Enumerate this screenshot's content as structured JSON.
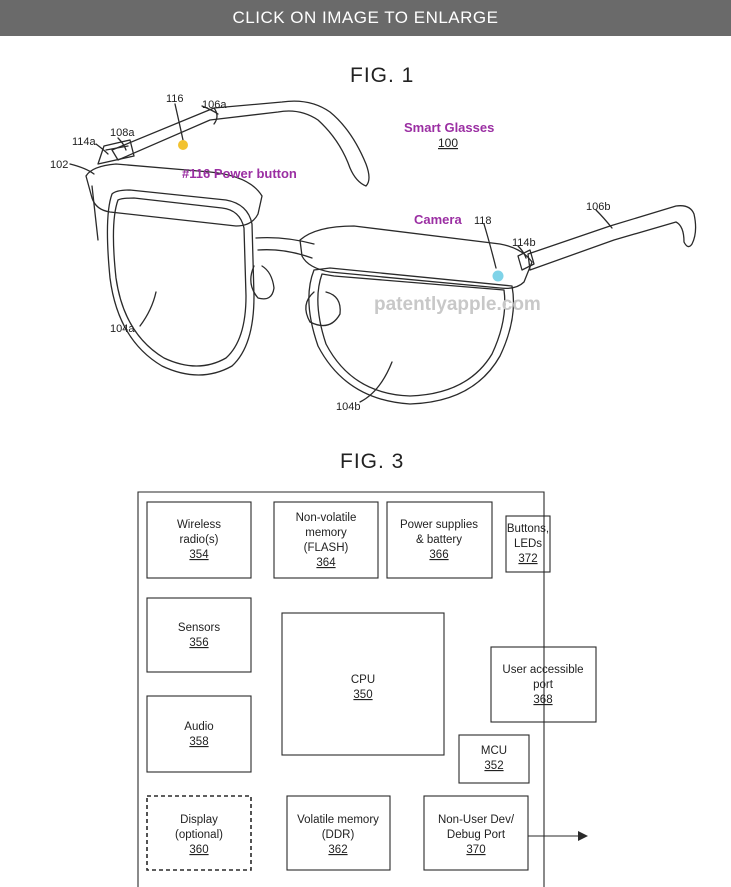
{
  "banner": {
    "text": "CLICK ON IMAGE TO ENLARGE"
  },
  "fig1": {
    "title": "FIG. 1",
    "product_name": "Smart Glasses",
    "product_num": "100",
    "power_callout": "#116 Power button",
    "camera_callout": "Camera",
    "watermark": "patentlyapple.com",
    "refs": {
      "r116": "116",
      "r106a": "106a",
      "r114a": "114a",
      "r108a": "108a",
      "r102": "102",
      "r118": "118",
      "r106b": "106b",
      "r114b": "114b",
      "r104a": "104a",
      "r104b": "104b"
    },
    "colors": {
      "power_dot": "#f2c230",
      "camera_dot": "#7fd3e8",
      "callout": "#9b2fa3"
    }
  },
  "fig3": {
    "title": "FIG. 3",
    "boxes": {
      "wireless": {
        "lines": [
          "Wireless",
          "radio(s)"
        ],
        "num": "354"
      },
      "nvmem": {
        "lines": [
          "Non-volatile",
          "memory",
          "(FLASH)"
        ],
        "num": "364"
      },
      "power": {
        "lines": [
          "Power supplies",
          "& battery"
        ],
        "num": "366"
      },
      "buttons": {
        "lines": [
          "Buttons,",
          "LEDs"
        ],
        "num": "372"
      },
      "sensors": {
        "lines": [
          "Sensors"
        ],
        "num": "356"
      },
      "cpu": {
        "lines": [
          "CPU"
        ],
        "num": "350"
      },
      "userport": {
        "lines": [
          "User accessible",
          "port"
        ],
        "num": "368"
      },
      "audio": {
        "lines": [
          "Audio"
        ],
        "num": "358"
      },
      "mcu": {
        "lines": [
          "MCU"
        ],
        "num": "352"
      },
      "display": {
        "lines": [
          "Display",
          "(optional)"
        ],
        "num": "360"
      },
      "volatile": {
        "lines": [
          "Volatile memory",
          "(DDR)"
        ],
        "num": "362"
      },
      "debug": {
        "lines": [
          "Non-User Dev/",
          "Debug Port"
        ],
        "num": "370"
      }
    }
  }
}
